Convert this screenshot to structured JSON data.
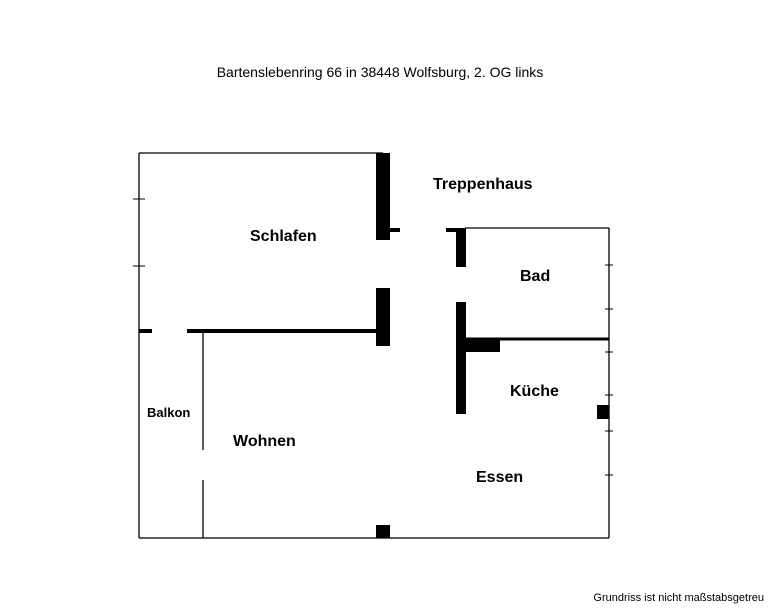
{
  "header": {
    "title": "Bartenslebenring 66 in 38448 Wolfsburg, 2. OG links"
  },
  "rooms": {
    "treppenhaus": "Treppenhaus",
    "schlafen": "Schlafen",
    "bad": "Bad",
    "kueche": "Küche",
    "balkon": "Balkon",
    "wohnen": "Wohnen",
    "essen": "Essen"
  },
  "footer": {
    "note": "Grundriss ist nicht maßstabsgetreu"
  }
}
